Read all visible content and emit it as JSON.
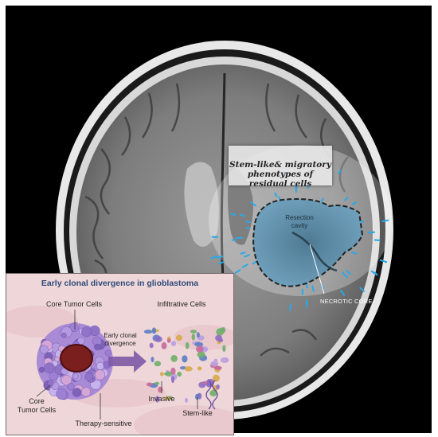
{
  "mri": {
    "residual_label": "Stem-like& migratory\nphenotypes  of\nresidual cells",
    "resection_label": "Resection\ncavity",
    "necrotic_label": "NECROTIC CORE"
  },
  "inset": {
    "title": "Early clonal divergence in glioblastoma",
    "core_label": "Core Tumor Cells",
    "infiltrative_label": "Infiltrative Cells",
    "arrow_label": "Early clonal\ndivergence",
    "core_bottom_label": "Core\nTumor Cells",
    "therapy_label": "Therapy-sensitive",
    "invasive_label": "Invasive",
    "stem_label": "Stem-like"
  },
  "colors": {
    "cell_purple": "#8e6cc4",
    "core_red": "#7a1e1e",
    "arrow_purple": "#7d5aa6",
    "migratory_blue": "#2aa8e8",
    "cavity_blue": "#5a8aa8",
    "inset_bg": "#efd7d9",
    "title_blue": "#2d4a7a"
  }
}
